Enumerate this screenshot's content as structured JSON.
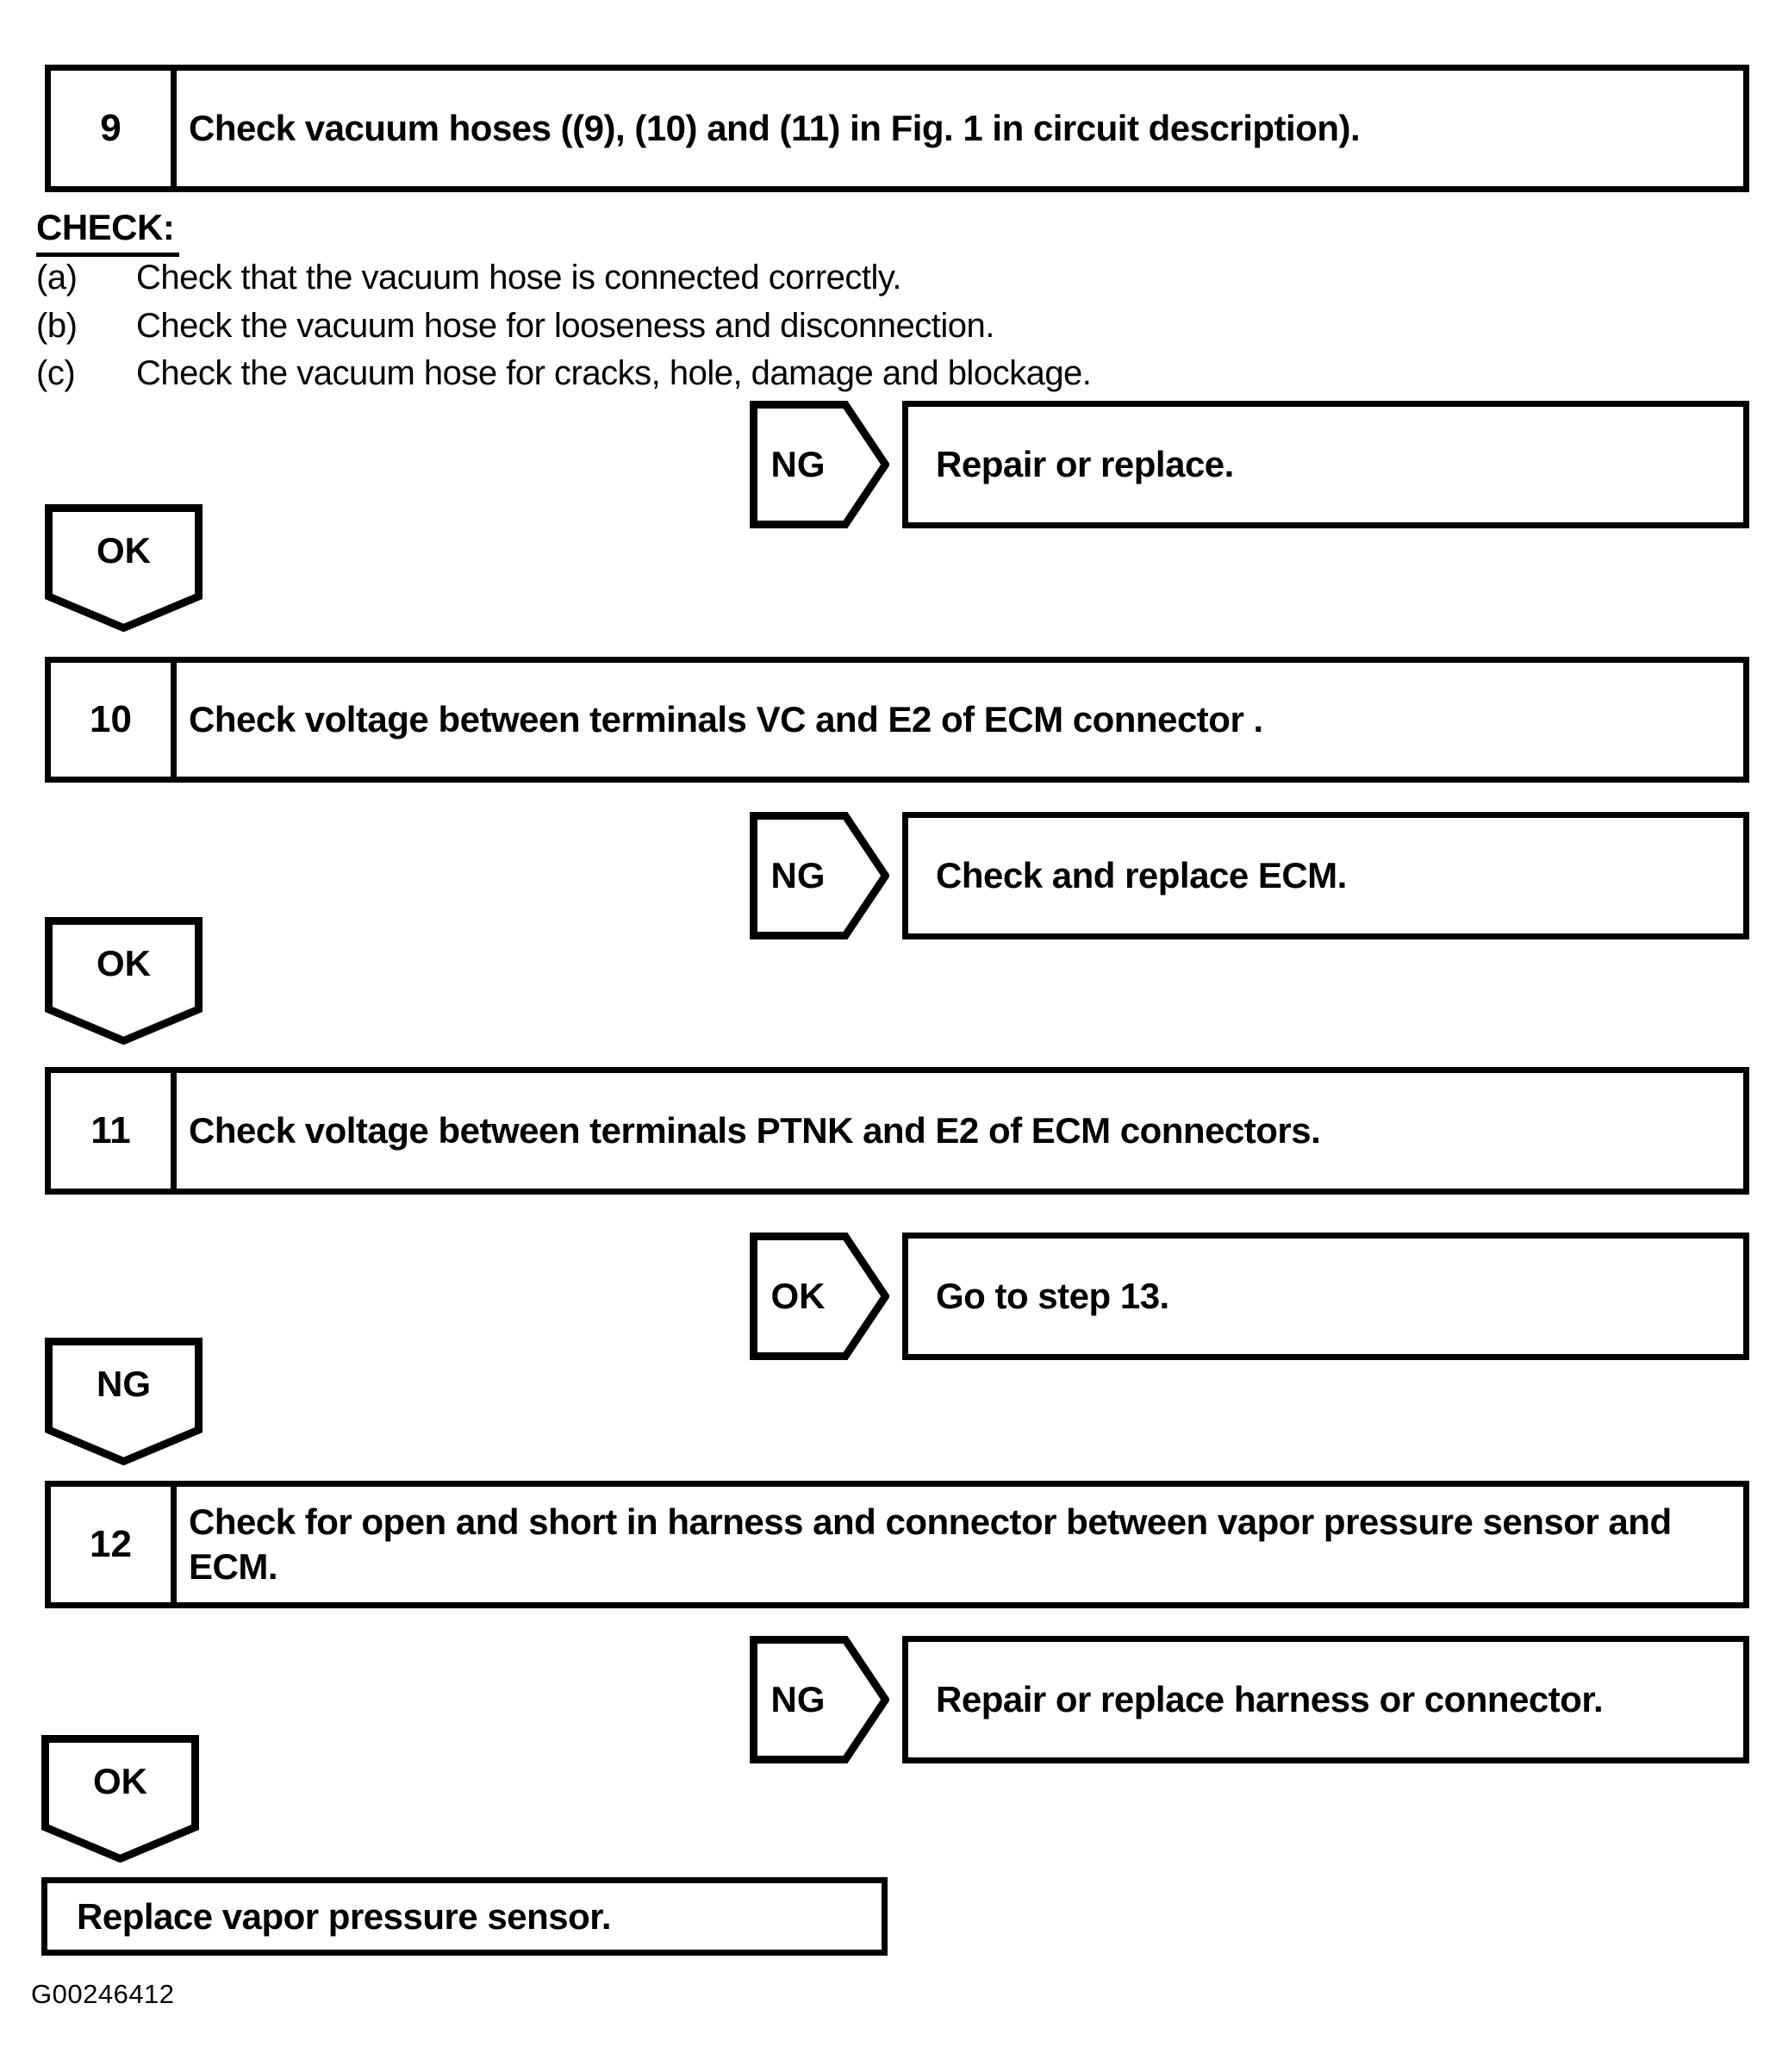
{
  "page": {
    "paper_color": "#ffffff",
    "ink_color": "#000000",
    "figure_id": "G00246412"
  },
  "steps": [
    {
      "number": "9",
      "title": "Check vacuum hoses ((9), (10) and (11) in Fig. 1 in circuit description)."
    },
    {
      "number": "10",
      "title": "Check voltage between terminals VC and E2 of ECM connector ."
    },
    {
      "number": "11",
      "title": "Check voltage between terminals PTNK and E2 of ECM connectors."
    },
    {
      "number": "12",
      "title": "Check for open and short in harness and connector between vapor pressure sensor and ECM."
    }
  ],
  "check_section": {
    "heading": "CHECK:",
    "items": [
      {
        "label": "(a)",
        "text": "Check that the vacuum hose is connected correctly."
      },
      {
        "label": "(b)",
        "text": "Check the vacuum hose for looseness and disconnection."
      },
      {
        "label": "(c)",
        "text": "Check the vacuum hose for cracks, hole, damage and blockage."
      }
    ]
  },
  "branches": [
    {
      "label": "NG",
      "action": "Repair or replace."
    },
    {
      "label": "NG",
      "action": "Check and replace ECM."
    },
    {
      "label": "OK",
      "action": "Go to step 13."
    },
    {
      "label": "NG",
      "action": "Repair or replace harness or connector."
    }
  ],
  "connectors": [
    {
      "label": "OK"
    },
    {
      "label": "OK"
    },
    {
      "label": "NG"
    },
    {
      "label": "OK"
    }
  ],
  "terminal": {
    "text": "Replace vapor pressure sensor."
  }
}
